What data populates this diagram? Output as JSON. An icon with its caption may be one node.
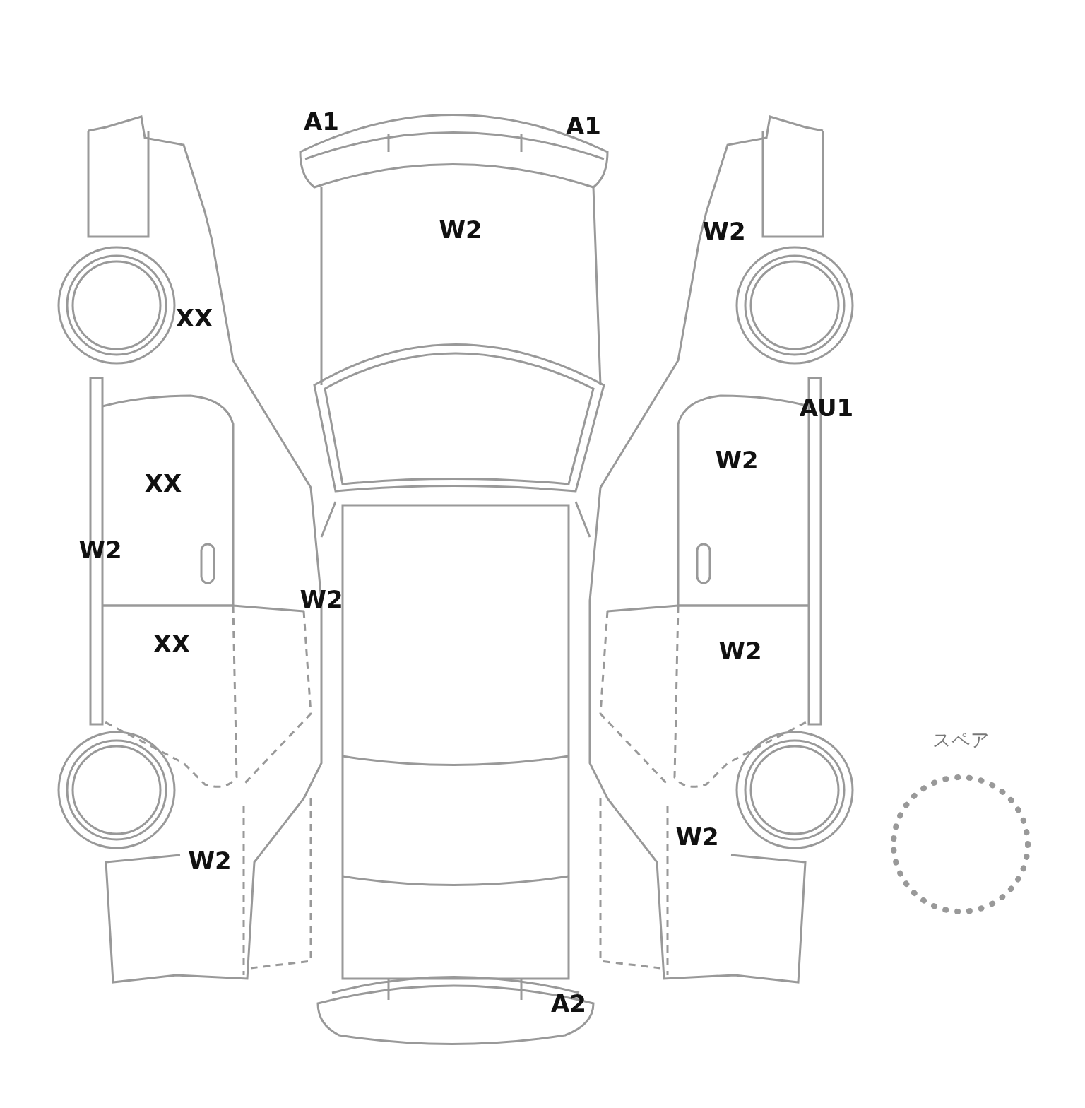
{
  "diagram": {
    "nodes": [
      {
        "text": [
          "スペア"
        ]
      }
    ],
    "labels": [
      "A1",
      "A1",
      "W2",
      "W2",
      "XX",
      "AU1",
      "W2",
      "XX",
      "W2",
      "W2",
      "XX",
      "W2",
      "W2",
      "W2",
      "A2"
    ]
  }
}
